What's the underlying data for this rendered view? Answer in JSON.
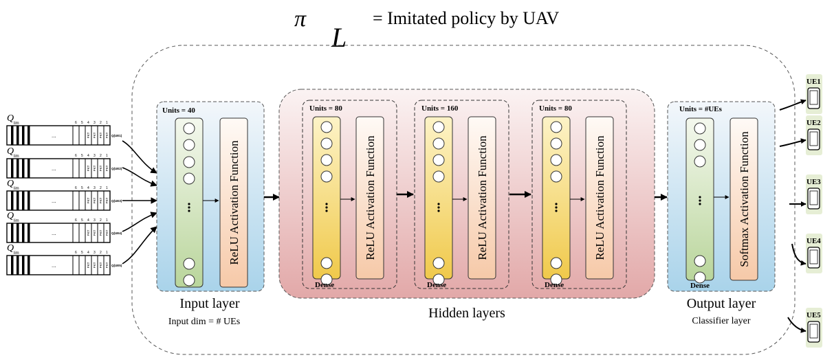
{
  "title": {
    "symbol": "π",
    "subscript": "L",
    "text": "= Imitated policy by UAV"
  },
  "queues": {
    "symbol": "Q",
    "subscript": "lim",
    "slot_numbers": [
      "6",
      "5",
      "4",
      "3",
      "2",
      "1"
    ],
    "ellipsis": "...",
    "pkt_label": "PKT",
    "items": [
      {
        "label": "Q(UE1)"
      },
      {
        "label": "Q(UE2)"
      },
      {
        "label": "Q(UE3)"
      },
      {
        "label": "Q(UE4)"
      },
      {
        "label": "Q(UE5)"
      }
    ]
  },
  "input_layer": {
    "units": "Units = 40",
    "activation": "ReLU Activation Function",
    "name": "Input layer",
    "caption": "Input dim = # UEs"
  },
  "hidden_layers": {
    "name": "Hidden layers",
    "blocks": [
      {
        "units": "Units = 80",
        "activation": "ReLU Activation Function",
        "dense": "Dense"
      },
      {
        "units": "Units = 160",
        "activation": "ReLU Activation Function",
        "dense": "Dense"
      },
      {
        "units": "Units = 80",
        "activation": "ReLU Activation Function",
        "dense": "Dense"
      }
    ]
  },
  "output_layer": {
    "units": "Units = #UEs",
    "activation": "Softmax Activation Function",
    "dense": "Dense",
    "name": "Output layer",
    "caption": "Classifier layer"
  },
  "ues": [
    {
      "label": "UE1"
    },
    {
      "label": "UE2"
    },
    {
      "label": "UE3"
    },
    {
      "label": "UE4"
    },
    {
      "label": "UE5"
    }
  ],
  "colors": {
    "input_grad_top": "#f3f7fb",
    "input_grad_bottom": "#a9d3ea",
    "hidden_grad_top": "#fbf3f3",
    "hidden_grad_bottom": "#e2a8a8",
    "neuron_green_top": "#f4f8ee",
    "neuron_green_bottom": "#b9d59b",
    "neuron_yellow_top": "#fdf3c7",
    "neuron_yellow_bottom": "#f0c94b",
    "activation_top": "#fffaf6",
    "activation_bottom": "#f6c9a8",
    "ue_badge": "#b8cf86"
  }
}
